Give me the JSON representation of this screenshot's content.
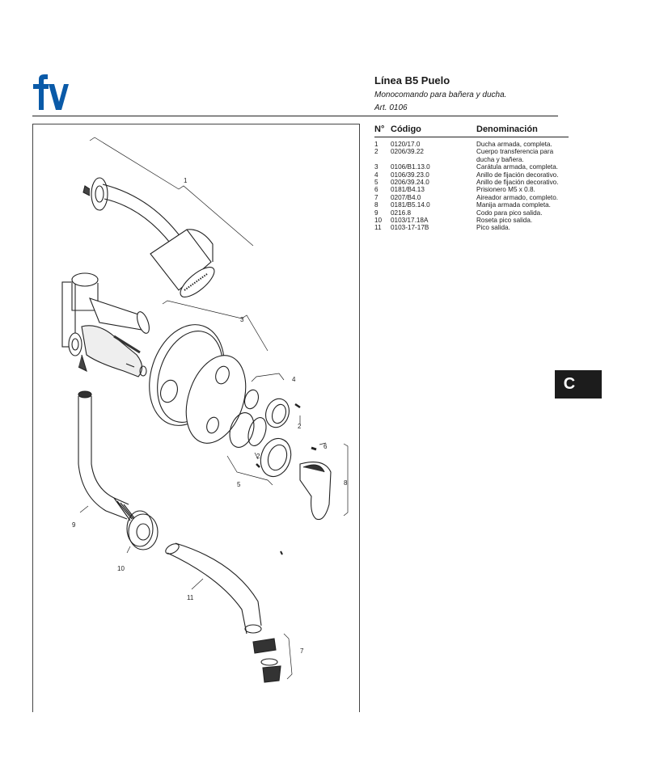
{
  "brand": {
    "logo_text": "fv",
    "logo_color": "#0a5aa8"
  },
  "header": {
    "title": "Línea B5 Puelo",
    "subtitle": "Monocomando para bañera y ducha.",
    "article": "Art. 0106"
  },
  "table": {
    "columns": [
      "N°",
      "Código",
      "Denominación"
    ],
    "rows": [
      {
        "n": "1",
        "code": "0120/17.0",
        "name": "Ducha armada, completa."
      },
      {
        "n": "2",
        "code": "0206/39.22",
        "name": "Cuerpo transferencia para ducha y bañera."
      },
      {
        "n": "3",
        "code": "0106/B1.13.0",
        "name": "Carátula armada, completa."
      },
      {
        "n": "4",
        "code": "0106/39.23.0",
        "name": "Anillo de fijación decorativo."
      },
      {
        "n": "5",
        "code": "0206/39.24.0",
        "name": "Anillo de fijación decorativo."
      },
      {
        "n": "6",
        "code": "0181/B4.13",
        "name": "Prisionero M5 x 0.8."
      },
      {
        "n": "7",
        "code": "0207/B4.0",
        "name": "Aireador armado, completo."
      },
      {
        "n": "8",
        "code": "0181/B5.14.0",
        "name": "Manija armada completa."
      },
      {
        "n": "9",
        "code": "0216.8",
        "name": "Codo para pico salida."
      },
      {
        "n": "10",
        "code": "0103/17.18A",
        "name": "Roseta pico salida."
      },
      {
        "n": "11",
        "code": "0103-17-17B",
        "name": "Pico salida."
      }
    ]
  },
  "section_tab": "C",
  "callouts": {
    "c1": "1",
    "c2a": "2",
    "c2b": "2",
    "c3": "3",
    "c4": "4",
    "c5": "5",
    "c6": "6",
    "c7": "7",
    "c8": "8",
    "c9": "9",
    "c10": "10",
    "c11": "11"
  }
}
